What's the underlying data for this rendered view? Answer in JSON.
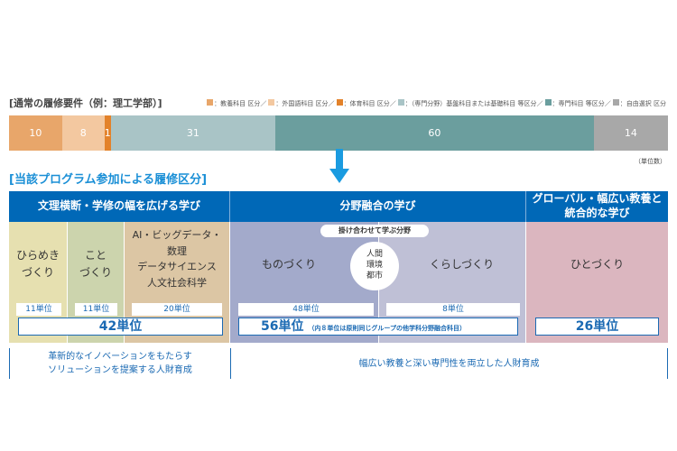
{
  "standard": {
    "title": "[通常の履修要件（例：理工学部）]",
    "unit_note": "（単位数）",
    "legend": [
      {
        "label": "：教養科目 区分／",
        "color": "#e8a66a"
      },
      {
        "label": "：外国語科目 区分／",
        "color": "#f3c8a0"
      },
      {
        "label": "：体育科目 区分／",
        "color": "#e3822a"
      },
      {
        "label": "：（専門分野）基盤科目または基礎科目 等区分／",
        "color": "#a9c4c6"
      },
      {
        "label": "：専門科目 等区分／",
        "color": "#6b9e9e"
      },
      {
        "label": "：自由選択 区分",
        "color": "#a8a8a8"
      }
    ],
    "segments": [
      {
        "value": 10,
        "label": "10",
        "color": "#e8a66a"
      },
      {
        "value": 8,
        "label": "8",
        "color": "#f3c8a0"
      },
      {
        "value": 1,
        "label": "1",
        "color": "#e3822a"
      },
      {
        "value": 31,
        "label": "31",
        "color": "#a9c4c6"
      },
      {
        "value": 60,
        "label": "60",
        "color": "#6b9e9e"
      },
      {
        "value": 14,
        "label": "14",
        "color": "#a8a8a8"
      }
    ]
  },
  "program": {
    "title": "[当該プログラム参加による履修区分]",
    "headers": [
      "文理横断・学修の幅を広げる学び",
      "分野融合の学び",
      "グローバル・幅広い教養と\n統合的な学び"
    ],
    "col1": {
      "items": [
        {
          "label": "ひらめき\nづくり",
          "units": "11単位"
        },
        {
          "label": "こと\nづくり",
          "units": "11単位"
        },
        {
          "label": "AI・ビッグデータ・\n数理\nデータサイエンス\n人文社会科学",
          "units": "20単位"
        }
      ],
      "total": "42単位"
    },
    "col2": {
      "pill": "掛け合わせて学ぶ分野",
      "circle": "人間\n環境\n都市",
      "items": [
        {
          "label": "ものづくり",
          "units": "48単位"
        },
        {
          "label": "くらしづくり",
          "units": "8単位"
        }
      ],
      "total": "56単位",
      "total_note": "（内８単位は原則同じグループの他学科分野融合科目）"
    },
    "col3": {
      "label": "ひとづくり",
      "total": "26単位"
    },
    "outcomes": [
      "革新的なイノベーションをもたらす\nソリューションを提案する人財育成",
      "幅広い教養と深い専門性を両立した人財育成"
    ]
  }
}
